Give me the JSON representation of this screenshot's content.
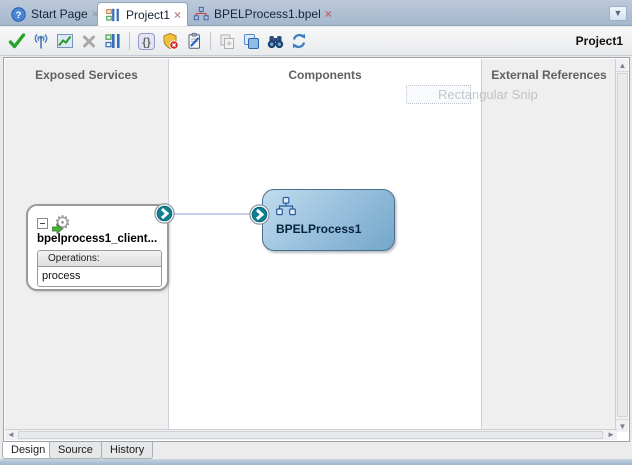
{
  "tab_strip": {
    "tabs": [
      {
        "label": "Start Page",
        "icon": "help-icon",
        "active": false
      },
      {
        "label": "Project1",
        "icon": "composite-icon",
        "active": true
      },
      {
        "label": "BPELProcess1.bpel",
        "icon": "bpel-diagram-icon",
        "active": false
      }
    ]
  },
  "toolbar": {
    "project_label": "Project1",
    "icons": [
      "validate-check-icon",
      "antenna-icon",
      "metrics-chart-icon",
      "delete-x-icon",
      "composite-icon",
      "properties-braces-icon",
      "security-shield-icon",
      "checklist-icon",
      "copy-icon",
      "windows-icon",
      "binoculars-icon",
      "refresh-icon"
    ]
  },
  "designer": {
    "lane_titles": {
      "left": "Exposed Services",
      "center": "Components",
      "right": "External References"
    },
    "snip_overlay_text": "Rectangular Snip",
    "service": {
      "title": "bpelprocess1_client...",
      "operations_header": "Operations:",
      "operation": "process"
    },
    "component": {
      "title": "BPELProcess1"
    }
  },
  "bottom_tabs": {
    "design": "Design",
    "source": "Source",
    "history": "History"
  },
  "colors": {
    "port_teal": "#0d7f90",
    "component_fill_top": "#c2dcee",
    "component_fill_bottom": "#74a7ca",
    "component_border": "#49708f",
    "tabstrip_bg": "#a5b8cd",
    "status_bar": "#9db5cc",
    "wire": "#c9cde8"
  }
}
